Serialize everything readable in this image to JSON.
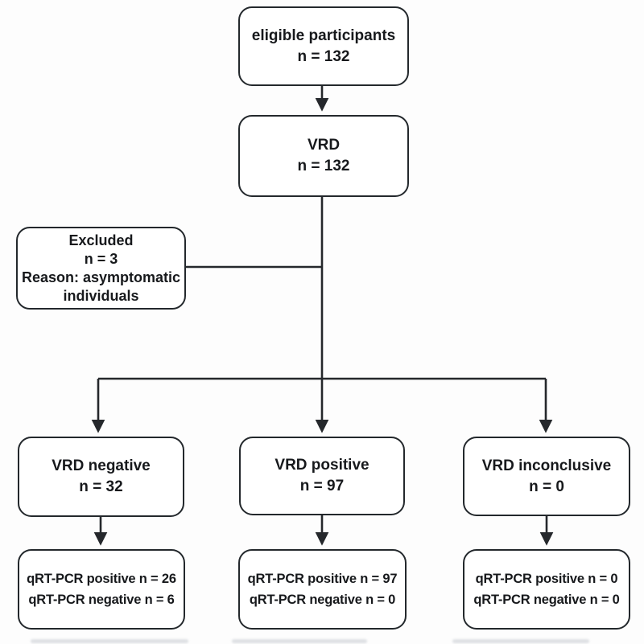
{
  "figure": {
    "type": "flowchart",
    "line_color": "#25282c",
    "background": "#ffffff"
  },
  "flowchart": {
    "nodes": {
      "eligible": {
        "lines": [
          "eligible participants",
          "n = 132"
        ]
      },
      "vrd": {
        "lines": [
          "VRD",
          "n = 132"
        ]
      },
      "excluded": {
        "lines": [
          "Excluded",
          "n = 3",
          "Reason: asymptomatic",
          "individuals"
        ]
      },
      "vrd_negative": {
        "lines": [
          "VRD negative",
          "n = 32"
        ]
      },
      "vrd_positive": {
        "lines": [
          "VRD positive",
          "n = 97"
        ]
      },
      "vrd_inconclusive": {
        "lines": [
          "VRD inconclusive",
          "n = 0"
        ]
      },
      "pcr_after_negative": {
        "lines": [
          "qRT-PCR positive n = 26",
          "qRT-PCR negative n = 6"
        ]
      },
      "pcr_after_positive": {
        "lines": [
          "qRT-PCR positive n = 97",
          "qRT-PCR negative n = 0"
        ]
      },
      "pcr_after_inconclusive": {
        "lines": [
          "qRT-PCR positive n = 0",
          "qRT-PCR negative n = 0"
        ]
      }
    }
  }
}
